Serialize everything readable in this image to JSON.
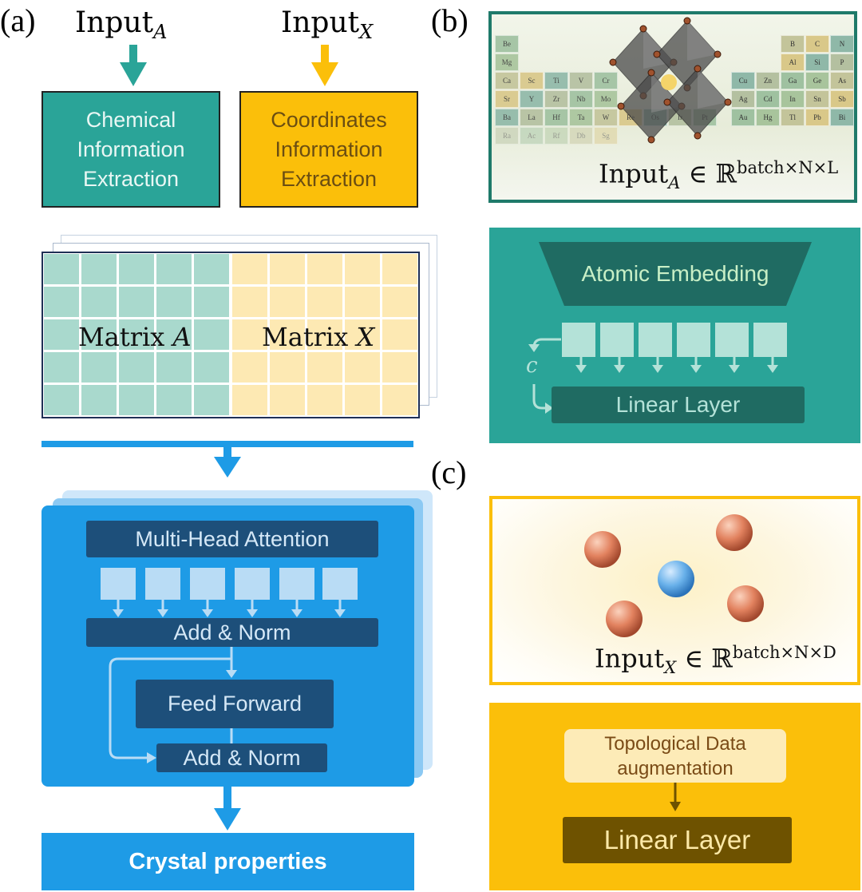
{
  "panel_a": {
    "label": "(a)",
    "input_a": {
      "main": "Input",
      "sub": "A"
    },
    "input_x": {
      "main": "Input",
      "sub": "X"
    },
    "chem_box": "Chemical Information Extraction",
    "coord_box": "Coordinates Information Extraction",
    "matrix_a": {
      "main": "Matrix ",
      "var": "A"
    },
    "matrix_x": {
      "main": "Matrix ",
      "var": "X"
    },
    "mha": "Multi-Head Attention",
    "add_norm_1": "Add & Norm",
    "feed_forward": "Feed Forward",
    "add_norm_2": "Add & Norm",
    "output": "Crystal properties"
  },
  "panel_b": {
    "label": "(b)",
    "formula": {
      "main": "Input",
      "sub": "A",
      "rel": " ∈ ℝ",
      "sup": "batch×N×L"
    },
    "embedding": "Atomic Embedding",
    "concat_symbol": "c",
    "linear": "Linear Layer",
    "elements": [
      "Be",
      "Mg",
      "Ca",
      "Sc",
      "Ti",
      "V",
      "Cr",
      "Sr",
      "Y",
      "Zr",
      "Nb",
      "Mo",
      "Ba",
      "La",
      "Hf",
      "Ta",
      "W",
      "Re",
      "Os",
      "Ir",
      "Pt",
      "Ra",
      "Ac",
      "Rf",
      "Db",
      "Sg",
      "B",
      "C",
      "N",
      "Al",
      "Si",
      "P",
      "Cu",
      "Zn",
      "Ga",
      "Ge",
      "As",
      "Ag",
      "Cd",
      "In",
      "Sn",
      "Sb",
      "Au",
      "Hg",
      "Tl",
      "Pb",
      "Bi"
    ]
  },
  "panel_c": {
    "label": "(c)",
    "formula": {
      "main": "Input",
      "sub": "X",
      "rel": " ∈ ℝ",
      "sup": "batch×N×D"
    },
    "tda": "Topological Data augmentation",
    "linear": "Linear Layer"
  },
  "colors": {
    "teal": "#2aa498",
    "teal_dark": "#1f6b62",
    "gold": "#fbbf0a",
    "gold_dark": "#6e5200",
    "blue": "#1e9be6",
    "navy": "#1d4f7a"
  }
}
